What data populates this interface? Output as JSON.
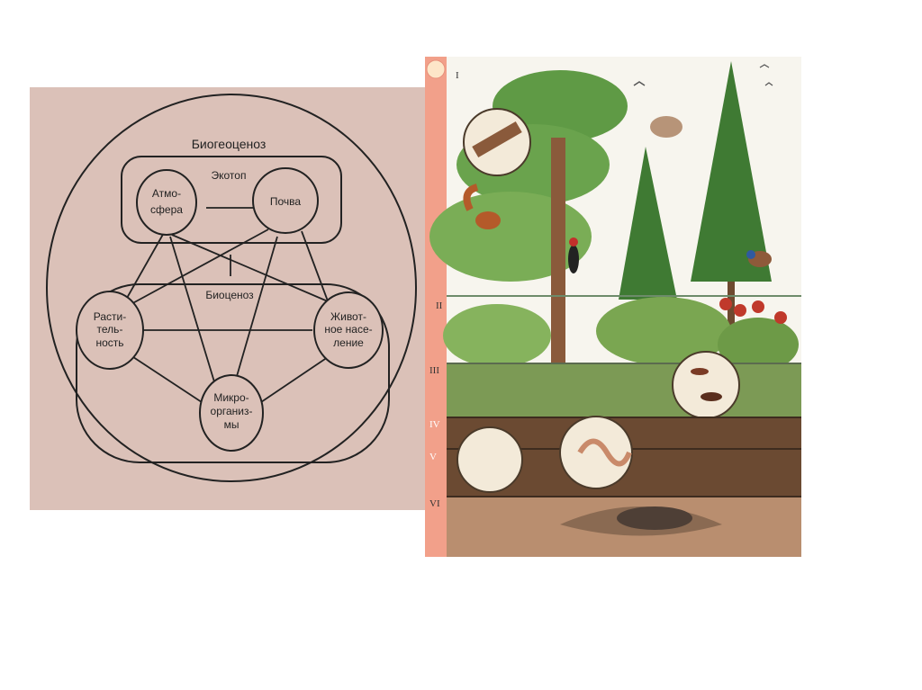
{
  "diagram": {
    "title": "Биогеоценоз",
    "ecotope_label": "Экотоп",
    "biocenosis_label": "Биоценоз",
    "atmosphere": [
      "Атмо-",
      "сфера"
    ],
    "soil": "Почва",
    "vegetation": [
      "Расти-",
      "тель-",
      "ность"
    ],
    "animals": [
      "Живот-",
      "ное насе-",
      "ление"
    ],
    "microorganisms": [
      "Микро-",
      "организ-",
      "мы"
    ]
  },
  "illustration": {
    "layers": [
      "I",
      "II",
      "III",
      "IV",
      "V",
      "VI"
    ],
    "colors": {
      "sky": "#f7f5ee",
      "forest": "#4f8a3a",
      "soil": "#6b4a32",
      "deep_soil": "#b98e6f",
      "sun_strip": "#f2a08a"
    }
  }
}
